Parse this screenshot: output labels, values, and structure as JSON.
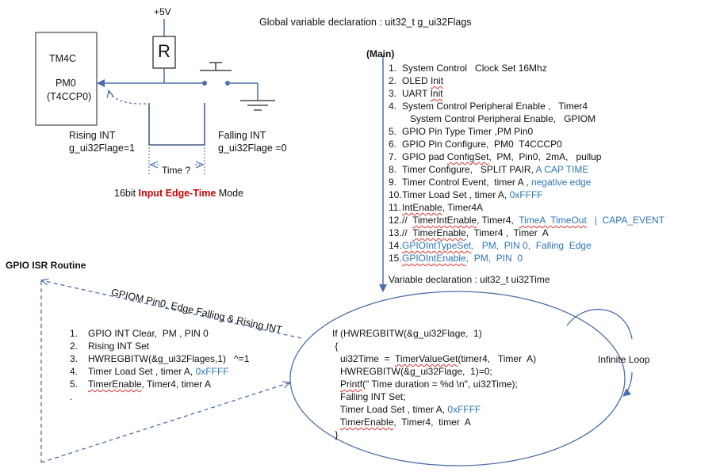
{
  "header": {
    "global_decl": "Global  variable  declaration : uit32_t  g_ui32Flags"
  },
  "circuit": {
    "supply": "+5V",
    "resistor": "R",
    "mcu_name": "TM4C",
    "mcu_pin": "PM0",
    "mcu_pin_func": "(T4CCP0)",
    "rising_label": "Rising INT",
    "rising_flag": "g_ui32Flage=1",
    "falling_label": "Falling INT",
    "falling_flag": "g_ui32Flage  =0",
    "time_label": "Time ?",
    "mode_prefix": "16bit ",
    "mode_highlight": "Input  Edge-Time",
    "mode_suffix": " Mode"
  },
  "main": {
    "title": "(Main)",
    "steps": [
      {
        "num": "1.",
        "parts": [
          {
            "t": "System Control   Clock Set 16Mhz"
          }
        ]
      },
      {
        "num": "2.",
        "parts": [
          {
            "t": "OLED "
          },
          {
            "t": "Init",
            "sq": true
          }
        ]
      },
      {
        "num": "3.",
        "parts": [
          {
            "t": "UART "
          },
          {
            "t": "Init",
            "sq": true
          }
        ]
      },
      {
        "num": "4.",
        "parts": [
          {
            "t": "System Control Peripheral Enable ,   Timer4"
          }
        ]
      },
      {
        "num": "",
        "parts": [
          {
            "t": "   System Control Peripheral Enable,   GPIOM"
          }
        ]
      },
      {
        "num": "5.",
        "parts": [
          {
            "t": "GPIO Pin Type Timer ,PM Pin0"
          }
        ]
      },
      {
        "num": "6.",
        "parts": [
          {
            "t": "GPIO Pin Configure,  PM0  T4CCCP0"
          }
        ]
      },
      {
        "num": "7.",
        "parts": [
          {
            "t": "GPIO pad "
          },
          {
            "t": "ConfigSet",
            "sq": true
          },
          {
            "t": ",  PM,  Pin0,  2mA,   pullup"
          }
        ]
      },
      {
        "num": "8.",
        "parts": [
          {
            "t": "Timer Configure,   SPLIT PAIR, "
          },
          {
            "t": "A CAP TIME",
            "blue": true
          }
        ]
      },
      {
        "num": "9.",
        "parts": [
          {
            "t": "Timer Control Event,  timer A , "
          },
          {
            "t": "negative edge",
            "blue": true
          }
        ]
      },
      {
        "num": "10.",
        "parts": [
          {
            "t": "Timer Load Set , timer A, "
          },
          {
            "t": "0xFFFF",
            "blue": true
          }
        ]
      },
      {
        "num": "11.",
        "parts": [
          {
            "t": "IntEnable",
            "sq": true
          },
          {
            "t": ", Timer4A"
          }
        ]
      },
      {
        "num": "12.",
        "parts": [
          {
            "t": "//  "
          },
          {
            "t": "TimerIntEnable",
            "sq": true
          },
          {
            "t": ", Timer4,  "
          },
          {
            "t": "TimeA  TimeOut",
            "blue": true,
            "sq": true
          },
          {
            "t": "   |  CAPA_EVENT",
            "blue": true
          }
        ]
      },
      {
        "num": "13.",
        "parts": [
          {
            "t": "//  "
          },
          {
            "t": "TimerEnable",
            "sq": true
          },
          {
            "t": ",  Timer4 ,  Timer  A"
          }
        ]
      },
      {
        "num": "14.",
        "parts": [
          {
            "t": "GPIOIntTypeSet",
            "blue": true,
            "sq": true
          },
          {
            "t": ",   PM,  PIN 0,  Falling  Edge",
            "blue": true
          }
        ]
      },
      {
        "num": "15.",
        "parts": [
          {
            "t": "GPIOIntEnable",
            "blue": true,
            "sq": true
          },
          {
            "t": ",  PM,  PIN  0",
            "blue": true
          }
        ]
      }
    ],
    "var_decl": "Variable declaration : uit32_t  ui32Time"
  },
  "isr": {
    "title": "GPIO ISR Routine",
    "arrow_label": "GPIOM Pin0, Edge Falling & Rising INT",
    "steps": [
      {
        "num": "1.",
        "parts": [
          {
            "t": "GPIO INT Clear,  PM , PIN 0"
          }
        ]
      },
      {
        "num": "2.",
        "parts": [
          {
            "t": "Rising INT Set"
          }
        ]
      },
      {
        "num": "3.",
        "parts": [
          {
            "t": "HWREGBITW(&g_ui32Flages,1)   ^=1"
          }
        ]
      },
      {
        "num": "4.",
        "parts": [
          {
            "t": "Timer Load Set , timer A, "
          },
          {
            "t": "0xFFFF",
            "blue": true
          }
        ]
      },
      {
        "num": "5.",
        "parts": [
          {
            "t": "TimerEnable",
            "sq": true
          },
          {
            "t": ", Timer4, timer A"
          }
        ]
      }
    ],
    "trailing_dot": "."
  },
  "loop": {
    "lines": [
      {
        "parts": [
          {
            "t": "If (HWREGBITW(&g_ui32Flage,  1)"
          }
        ]
      },
      {
        "parts": [
          {
            "t": " {"
          }
        ]
      },
      {
        "parts": [
          {
            "t": "   ui32Time  =  "
          },
          {
            "t": "TimerValueGet",
            "sq": true
          },
          {
            "t": "(timer4,   Timer  A)"
          }
        ]
      },
      {
        "parts": [
          {
            "t": "   HWREGBITW(&g_ui32Flage,  1)=0;"
          }
        ]
      },
      {
        "parts": [
          {
            "t": "   "
          },
          {
            "t": "Printf",
            "sq": true
          },
          {
            "t": "(\" Time duration = %d \\n\", ui32Time);"
          }
        ]
      },
      {
        "parts": [
          {
            "t": "   Falling INT Set;"
          }
        ]
      },
      {
        "parts": [
          {
            "t": "   Timer Load Set , timer A, "
          },
          {
            "t": "0xFFFF",
            "blue": true
          }
        ]
      },
      {
        "parts": [
          {
            "t": "   "
          },
          {
            "t": "TimerEnable",
            "sq": true
          },
          {
            "t": ",  Timer4,  timer  A"
          }
        ]
      },
      {
        "parts": [
          {
            "t": " }"
          }
        ]
      }
    ],
    "infinite_label": "Infinite    Loop"
  },
  "colors": {
    "line": "#4a6ea9",
    "blue_text": "#2e75b6",
    "red_text": "#cc0000",
    "black": "#111111"
  }
}
